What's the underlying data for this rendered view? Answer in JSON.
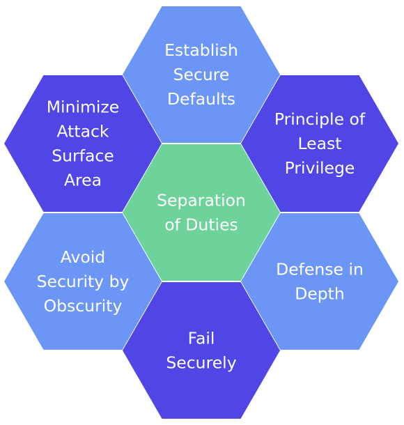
{
  "diagram": {
    "hexagons": [
      {
        "id": "establish-secure-defaults",
        "lines": [
          "Establish",
          "Secure",
          "Defaults"
        ],
        "color": "#6b96f5"
      },
      {
        "id": "minimize-attack-surface-area",
        "lines": [
          "Minimize",
          "Attack",
          "Surface",
          "Area"
        ],
        "color": "#4f46e5"
      },
      {
        "id": "principle-of-least-privilege",
        "lines": [
          "Principle of",
          "Least",
          "Privilege"
        ],
        "color": "#4f46e5"
      },
      {
        "id": "separation-of-duties",
        "lines": [
          "Separation",
          "of Duties"
        ],
        "color": "#6dd39a"
      },
      {
        "id": "avoid-security-by-obscurity",
        "lines": [
          "Avoid",
          "Security by",
          "Obscurity"
        ],
        "color": "#6b96f5"
      },
      {
        "id": "defense-in-depth",
        "lines": [
          "Defense in",
          "Depth"
        ],
        "color": "#6b96f5"
      },
      {
        "id": "fail-securely",
        "lines": [
          "Fail",
          "Securely"
        ],
        "color": "#4f46e5"
      }
    ]
  }
}
